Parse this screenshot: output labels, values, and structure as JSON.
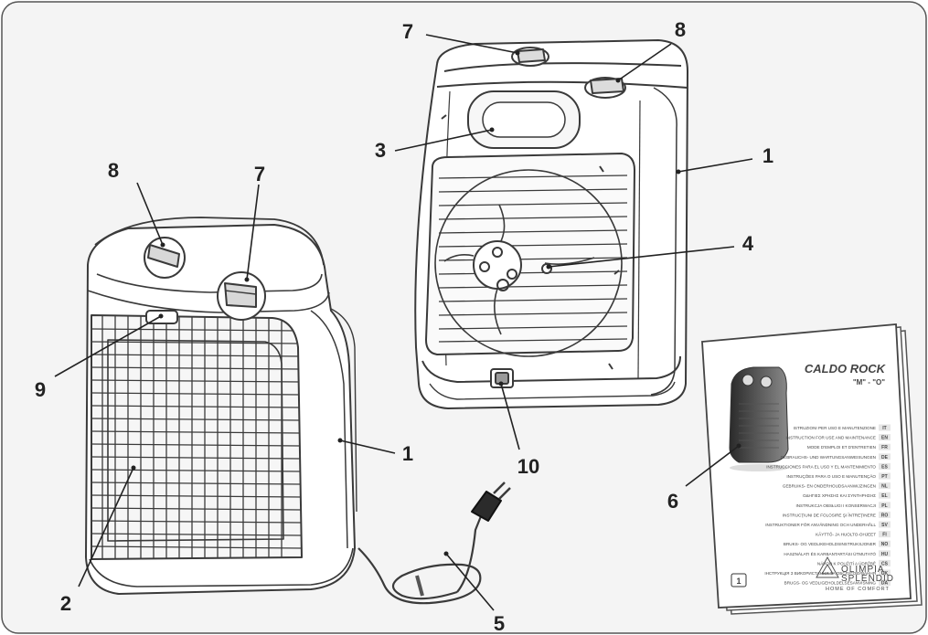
{
  "callouts": {
    "c1a": "1",
    "c1b": "1",
    "c2": "2",
    "c3": "3",
    "c4": "4",
    "c5": "5",
    "c6": "6",
    "c7a": "7",
    "c7b": "7",
    "c8a": "8",
    "c8b": "8",
    "c9": "9",
    "c10": "10"
  },
  "manual": {
    "title": "CALDO ROCK",
    "subtitle": "\"M\" - \"O\"",
    "brand_line1": "OLIMPIA",
    "brand_line2": "SPLENDID",
    "brand_tagline": "HOME OF COMFORT",
    "page_badge": "1",
    "languages": [
      {
        "text": "ISTRUZIONI PER USO E MANUTENZIONE",
        "code": "IT"
      },
      {
        "text": "INSTRUCTION FOR USE AND MAINTENANCE",
        "code": "EN"
      },
      {
        "text": "MODE D'EMPLOI ET D'ENTRETIEN",
        "code": "FR"
      },
      {
        "text": "GEBRAUCHS- UND WARTUNGSANWEISUNGEN",
        "code": "DE"
      },
      {
        "text": "INSTRUCCIONES PARA EL USO Y EL MANTENIMIENTO",
        "code": "ES"
      },
      {
        "text": "INSTRUÇÕES PARA O USO E MANUTENÇÃO",
        "code": "PT"
      },
      {
        "text": "GEBRUIKS- EN ONDERHOUDSAANWIJZINGEN",
        "code": "NL"
      },
      {
        "text": "ΟΔΗΓΙΕΣ ΧΡΗΣΗΣ ΚΑΙ ΣΥΝΤΗΡΗΣΗΣ",
        "code": "EL"
      },
      {
        "text": "INSTRUKCJA OBSŁUGI I KONSERWACJI",
        "code": "PL"
      },
      {
        "text": "INSTRUCŢIUNI DE FOLOSIRE ŞI ÎNTREŢINERE",
        "code": "RO"
      },
      {
        "text": "INSTRUKTIONER FÖR ANVÄNDNING OCH UNDERHÅLL",
        "code": "SV"
      },
      {
        "text": "KÄYTTÖ- JA HUOLTO-OHJEET",
        "code": "FI"
      },
      {
        "text": "BRUKS- OG VEDLIKEHOLDSINSTRUKSJONER",
        "code": "NO"
      },
      {
        "text": "HASZNÁLATI ÉS KARBANTARTÁSI ÚTMUTATÓ",
        "code": "HU"
      },
      {
        "text": "NÁVOD K POUŽITÍ A ÚDRŽBĚ",
        "code": "CS"
      },
      {
        "text": "ІНСТРУКЦІЯ З ВИКОРИСТАННЯ ТА ОБСЛУГОВУВАННЯ",
        "code": "UK"
      },
      {
        "text": "BRUGS- OG VEDLIGEHOLDELSESANVISNING",
        "code": "DA"
      }
    ]
  }
}
